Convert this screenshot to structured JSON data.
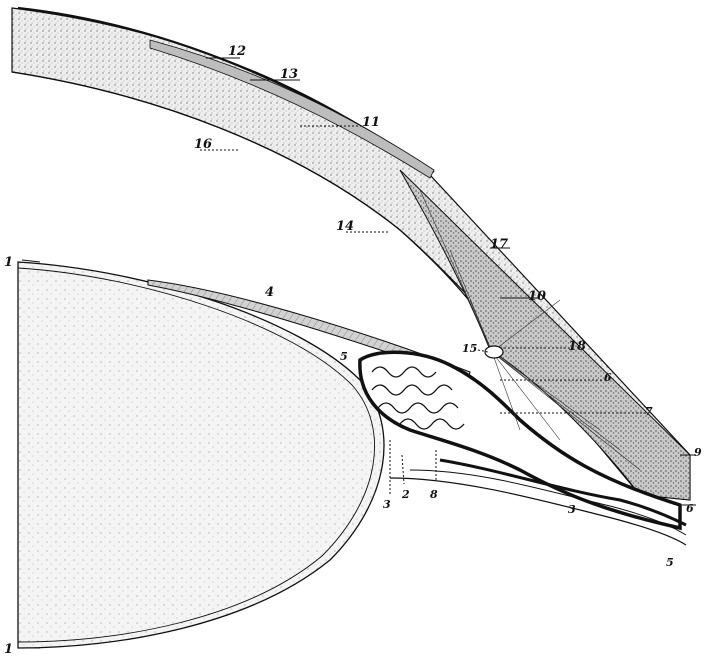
{
  "labels": {
    "l1_top": "1",
    "l1_bottom": "1",
    "l2": "2",
    "l3_a": "3",
    "l3_b": "3",
    "l4": "4",
    "l5_a": "5",
    "l5_b": "5",
    "l6_a": "6",
    "l6_b": "6",
    "l7": "7",
    "l8": "8",
    "l9": "9",
    "l10": "10",
    "l11": "11",
    "l12": "12",
    "l13": "13",
    "l14": "14",
    "l15": "15",
    "l16": "16",
    "l17": "17",
    "l18": "18"
  },
  "colors": {
    "ink": "#111111",
    "stipple_light": "#d9d9d9",
    "stipple_mid": "#c4c4c4",
    "stipple_dark": "#9a9a9a",
    "paper": "#ffffff"
  }
}
